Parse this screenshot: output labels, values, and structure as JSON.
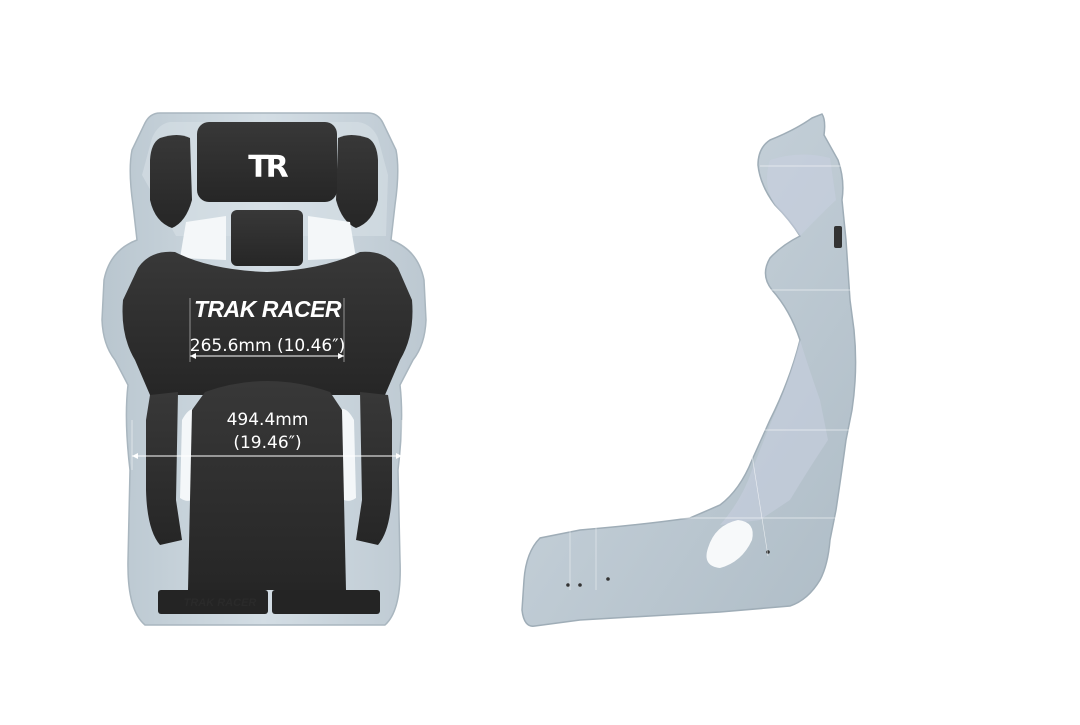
{
  "product": {
    "logo_text": "TR",
    "brand_text": "TRAK RACER",
    "base_emboss_text": "TRAK RACER"
  },
  "measurements": {
    "shoulder_width": "265.6mm (10.46″)",
    "seat_width_mm": "494.4mm",
    "seat_width_in": "(19.46″)"
  },
  "colors": {
    "shell": "#c9d4dc",
    "pad": "#2e2e2e",
    "background": "#ffffff"
  }
}
